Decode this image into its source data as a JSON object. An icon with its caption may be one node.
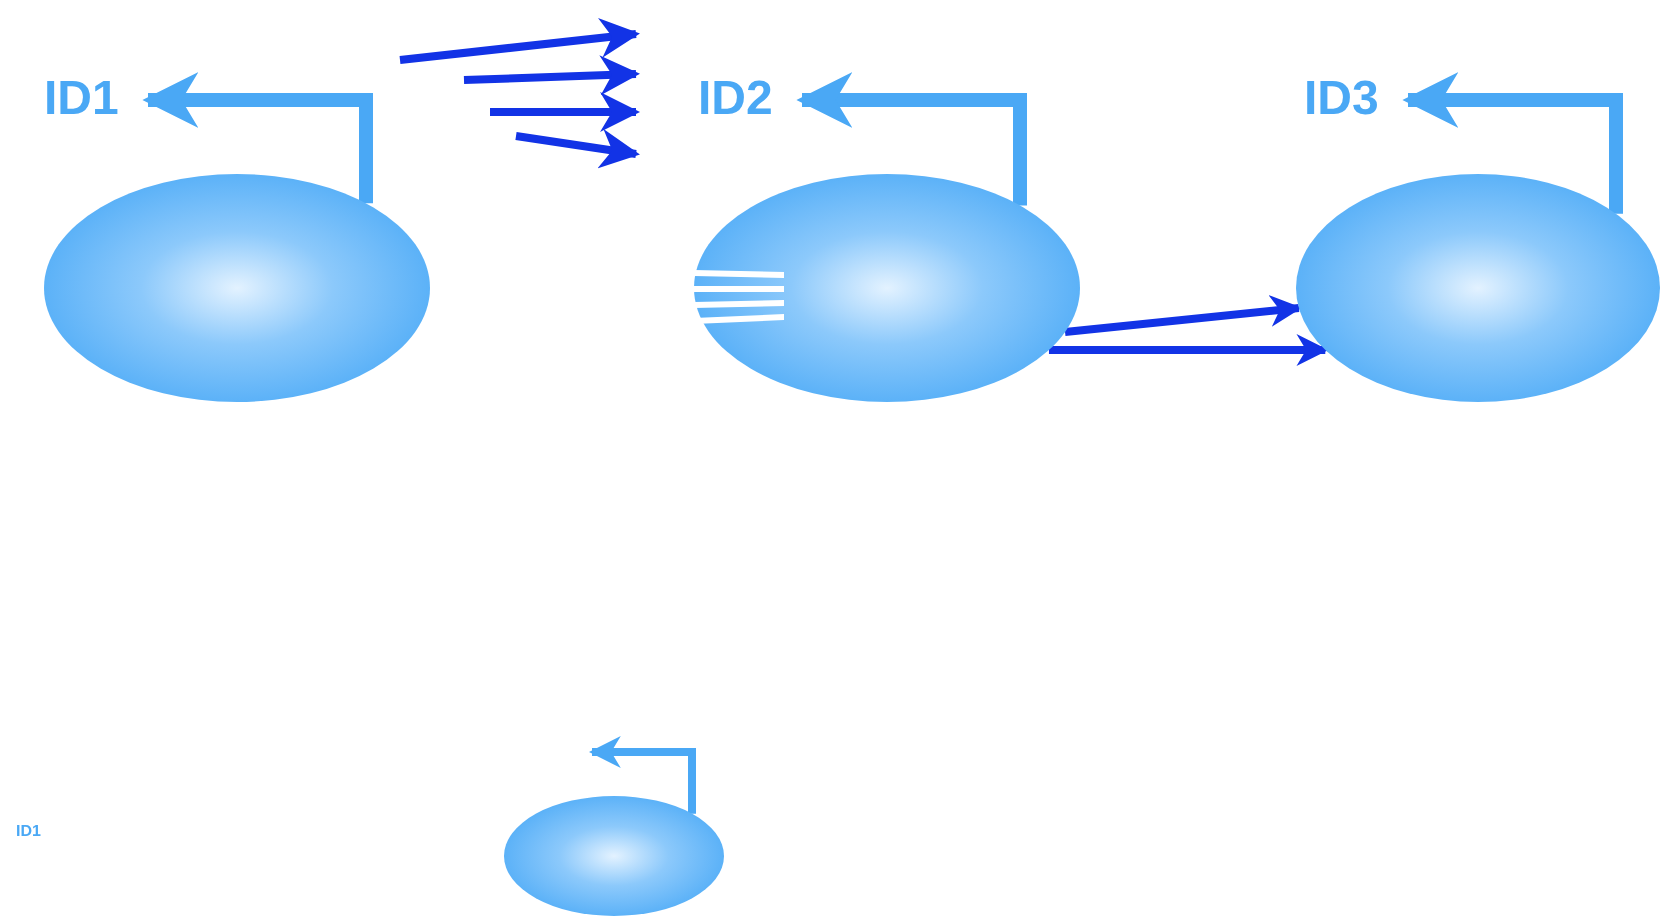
{
  "diagram": {
    "nodes": [
      {
        "text": [
          "ID1"
        ]
      },
      {
        "text": [],
        "shape": "ellipse"
      },
      {
        "text": [
          "ID2"
        ]
      },
      {
        "text": [],
        "shape": "ellipse"
      },
      {
        "text": [
          "ID3"
        ]
      },
      {
        "text": [],
        "shape": "ellipse"
      },
      {
        "text": [
          "ID1"
        ]
      },
      {
        "text": [],
        "shape": "ellipse"
      }
    ],
    "edges": [
      {
        "from": 1,
        "to": 0,
        "arrow": "to"
      },
      {
        "from": 3,
        "to": 2,
        "arrow": "to"
      },
      {
        "from": 5,
        "to": 4,
        "arrow": "to"
      },
      {
        "from": 3,
        "to": 5,
        "arrow": "to",
        "color": "#1233e6"
      },
      {
        "from": 3,
        "to": 5,
        "arrow": "to",
        "color": "#1233e6"
      },
      {
        "from": 7,
        "to": null,
        "arrow": "to"
      }
    ]
  }
}
